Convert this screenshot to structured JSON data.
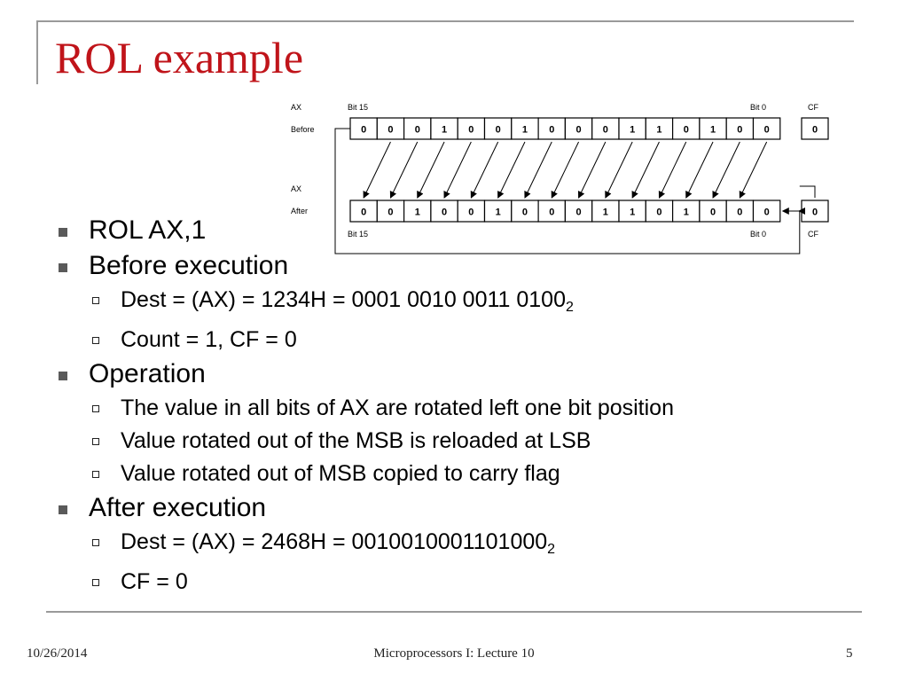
{
  "slide": {
    "title": "ROL example",
    "footer": {
      "date": "10/26/2014",
      "course": "Microprocessors I:  Lecture 10",
      "page": "5"
    }
  },
  "bullets": [
    {
      "text": "ROL AX,1",
      "sub": []
    },
    {
      "text": "Before execution",
      "sub": [
        {
          "text": "Dest  = (AX) = 1234H =  0001 0010 0011 0100",
          "subscript": "2"
        },
        {
          "text": "Count = 1, CF = 0",
          "subscript": ""
        }
      ]
    },
    {
      "text": "Operation",
      "sub": [
        {
          "text": "The value in all bits of AX are rotated left one bit position",
          "subscript": ""
        },
        {
          "text": "Value rotated out of the MSB is reloaded at LSB",
          "subscript": ""
        },
        {
          "text": "Value rotated out of MSB copied to carry flag",
          "subscript": ""
        }
      ]
    },
    {
      "text": "After execution",
      "sub": [
        {
          "text": "Dest  = (AX) = 2468H  =  0010010001101000",
          "subscript": "2"
        },
        {
          "text": "CF = 0",
          "subscript": ""
        }
      ]
    }
  ],
  "diagram": {
    "labels": {
      "ax_before": "AX",
      "before": "Before",
      "ax_after": "AX",
      "after": "After",
      "bit15_top": "Bit 15",
      "bit0_top": "Bit 0",
      "cf_top": "CF",
      "bit15_bottom": "Bit 15",
      "bit0_bottom": "Bit 0",
      "cf_bottom": "CF"
    },
    "before_bits": [
      "0",
      "0",
      "0",
      "1",
      "0",
      "0",
      "1",
      "0",
      "0",
      "0",
      "1",
      "1",
      "0",
      "1",
      "0",
      "0"
    ],
    "before_cf": "0",
    "after_bits": [
      "0",
      "0",
      "1",
      "0",
      "0",
      "1",
      "0",
      "0",
      "0",
      "1",
      "1",
      "0",
      "1",
      "0",
      "0",
      "0"
    ],
    "after_cf": "0"
  }
}
